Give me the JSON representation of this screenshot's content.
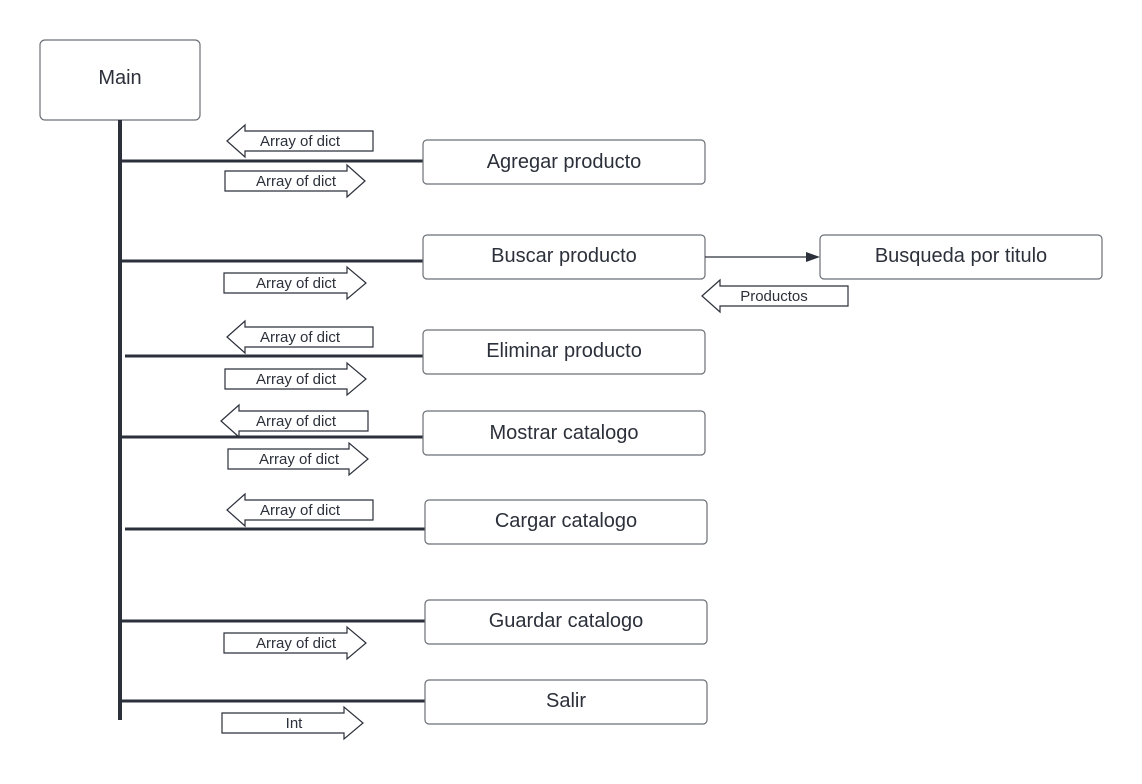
{
  "diagram": {
    "main": {
      "label": "Main"
    },
    "modules": [
      {
        "label": "Agregar producto",
        "arrows": [
          {
            "direction": "left",
            "label": "Array of dict"
          },
          {
            "direction": "right",
            "label": "Array of dict"
          }
        ]
      },
      {
        "label": "Buscar producto",
        "arrows": [
          {
            "direction": "right",
            "label": "Array of dict"
          }
        ]
      },
      {
        "label": "Eliminar producto",
        "arrows": [
          {
            "direction": "left",
            "label": "Array of dict"
          },
          {
            "direction": "right",
            "label": "Array of dict"
          }
        ]
      },
      {
        "label": "Mostrar catalogo",
        "arrows": [
          {
            "direction": "left",
            "label": "Array of dict"
          },
          {
            "direction": "right",
            "label": "Array of dict"
          }
        ]
      },
      {
        "label": "Cargar catalogo",
        "arrows": [
          {
            "direction": "left",
            "label": "Array of dict"
          }
        ]
      },
      {
        "label": "Guardar catalogo",
        "arrows": [
          {
            "direction": "right",
            "label": "Array of dict"
          }
        ]
      },
      {
        "label": "Salir",
        "arrows": [
          {
            "direction": "right",
            "label": "Int"
          }
        ]
      }
    ],
    "submodule": {
      "label": "Busqueda por titulo",
      "return_arrow": {
        "direction": "left",
        "label": "Productos"
      }
    },
    "colors": {
      "stroke": "#2b303a",
      "box_border": "#6b6f76",
      "text": "#2b303a"
    }
  }
}
